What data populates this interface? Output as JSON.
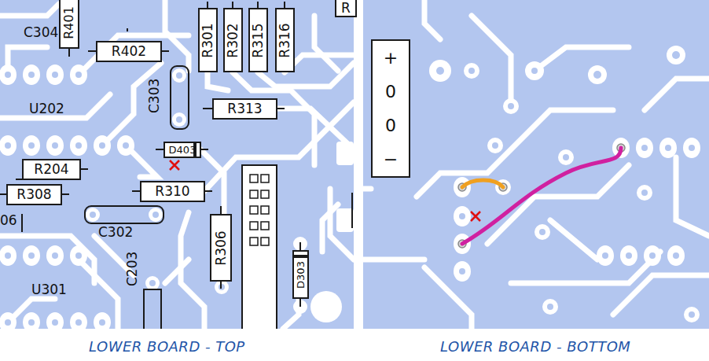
{
  "diagram": {
    "nodes": [
      {
        "text": [
          "R401"
        ]
      },
      {
        "text": [
          "R402"
        ]
      },
      {
        "text": [
          "R301"
        ]
      },
      {
        "text": [
          "R302"
        ]
      },
      {
        "text": [
          "R315"
        ]
      },
      {
        "text": [
          "R316"
        ]
      },
      {
        "text": [
          "R"
        ]
      },
      {
        "text": [
          "R313"
        ]
      },
      {
        "text": [
          "D403"
        ]
      },
      {
        "text": [
          "R204"
        ]
      },
      {
        "text": [
          "R308"
        ]
      },
      {
        "text": [
          "R310"
        ]
      },
      {
        "text": [
          "R306"
        ]
      },
      {
        "text": [
          "D303"
        ]
      },
      {
        "text": [
          "+",
          "0",
          "0",
          "−"
        ]
      }
    ],
    "labels": [
      "C304",
      "U202",
      "C303",
      "C302",
      "06",
      "U301",
      "C203",
      "LOWER BOARD - TOP",
      "LOWER BOARD - BOTTOM"
    ]
  }
}
